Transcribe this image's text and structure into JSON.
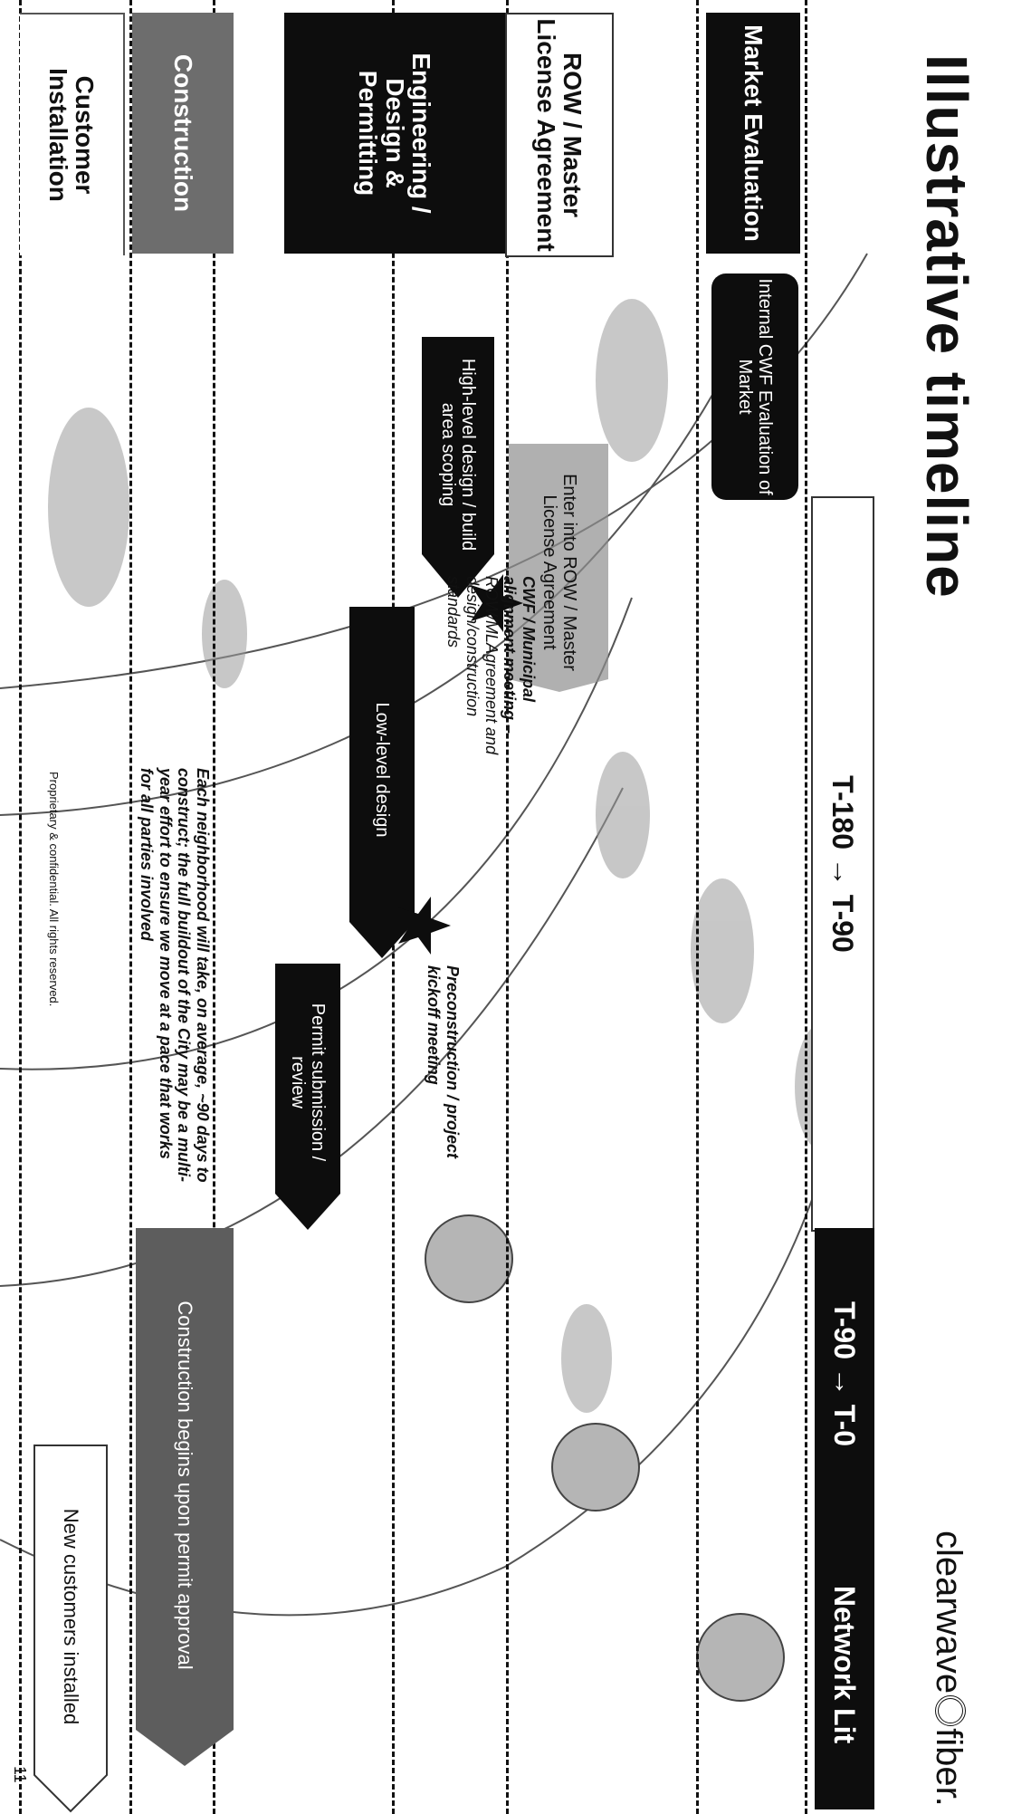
{
  "title": "Illustrative timeline",
  "logo": {
    "brand_left": "clearwave",
    "brand_right": "fiber."
  },
  "rows": [
    "Market Evaluation",
    "ROW / Master License Agreement",
    "Engineering / Design & Permitting",
    "Construction",
    "Customer Installation"
  ],
  "bands": [
    "T-180 → T-90",
    "T-90 → T-0",
    "Network Lit"
  ],
  "tasks": {
    "internal_eval": "Internal CWF Evaluation of Market",
    "enter_row": "Enter into ROW / Master License Agreement",
    "high_level": "High-level design / build area scoping",
    "low_level": "Low-level design",
    "permit": "Permit submission / review",
    "construction": "Construction begins upon permit approval",
    "new_customers": "New customers installed"
  },
  "milestones": {
    "alignment_title": "CWF / Municipal alignment meeting –",
    "alignment_text": "ROW/MLAgreement and design/construction standards",
    "preconstruction": "Preconstruction / project kickoff meeting"
  },
  "note": "Each neighborhood will take, on average, ~90 days to construct; the full buildout of the City may be a multi-year effort to ensure we move at a pace that works for all parties involved",
  "footer": "Proprietary & confidential. All rights reserved.",
  "page_number": "11",
  "colors": {
    "dark": "#0d0d0d",
    "grey": "#6d6d6d",
    "map": "#9a9a9a"
  }
}
